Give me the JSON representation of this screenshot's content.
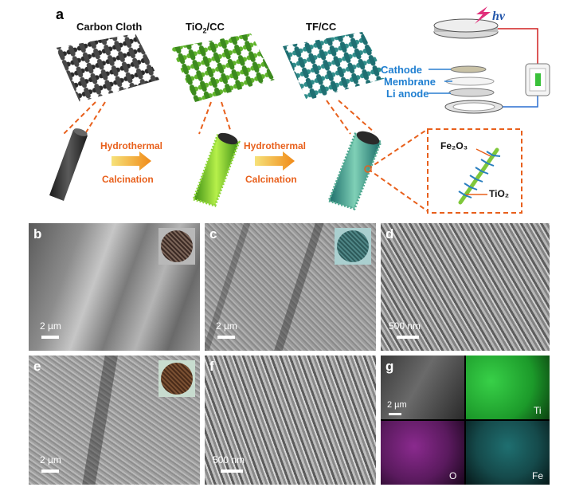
{
  "panel_letters": {
    "a": "a",
    "b": "b",
    "c": "c",
    "d": "d",
    "e": "e",
    "f": "f",
    "g": "g"
  },
  "stage_titles": {
    "carbon_cloth": "Carbon Cloth",
    "tio2_cc_main": "TiO",
    "tio2_cc_sub": "2",
    "tio2_cc_tail": "/CC",
    "tf_cc": "TF/CC"
  },
  "process_steps": [
    {
      "top": "Hydrothermal",
      "bottom": "Calcination"
    },
    {
      "top": "Hydrothermal",
      "bottom": "Calcination"
    }
  ],
  "battery": {
    "light": "hν",
    "cathode": "Cathode",
    "membrane": "Membrane",
    "anode": "Li anode"
  },
  "nanorod": {
    "fe2o3": "Fe₂O₃",
    "tio2": "TiO₂"
  },
  "scale_bars": {
    "b": "2 µm",
    "c": "2 µm",
    "d": "500 nm",
    "e": "2 µm",
    "f": "500 nm",
    "g": "2 µm"
  },
  "eds_elements": {
    "ti": "Ti",
    "o": "O",
    "fe": "Fe"
  },
  "colors": {
    "accent_orange": "#e8601c",
    "title_blue": "#1f7fd1",
    "ti_green": "#2fc23c",
    "o_magenta": "#8a2a8e",
    "fe_teal": "#2a8f90",
    "cloth_dark": "#2b2b2b",
    "cloth_green": "#5fb32a",
    "cloth_teal": "#2f8d8a"
  }
}
